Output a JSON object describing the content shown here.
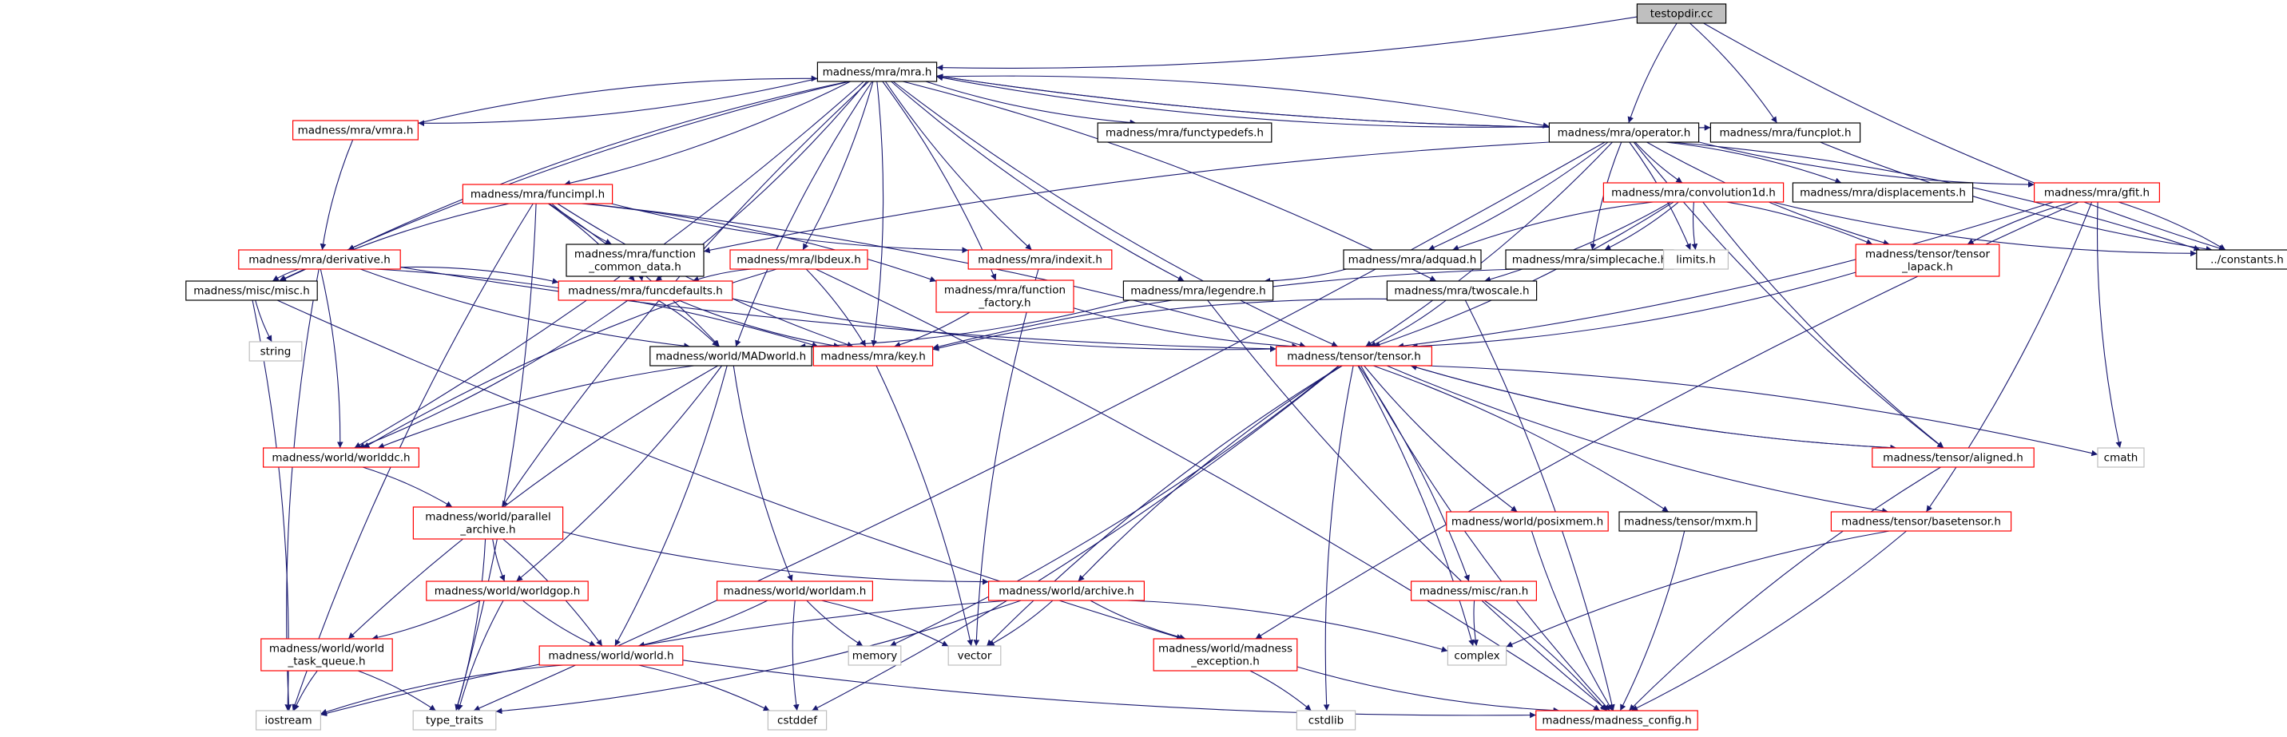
{
  "colors": {
    "edge": "#191970",
    "root_fill": "#bfbfbf",
    "normal_stroke": "#000000",
    "documented_red_stroke": "#ff0000",
    "external_stroke": "#bfbfbf",
    "fill": "#ffffff"
  },
  "nodes": [
    {
      "id": "testopdir",
      "label": [
        "testopdir.cc"
      ],
      "kind": "root"
    },
    {
      "id": "mra",
      "label": [
        "madness/mra/mra.h"
      ],
      "kind": "normal"
    },
    {
      "id": "vmra",
      "label": [
        "madness/mra/vmra.h"
      ],
      "kind": "red"
    },
    {
      "id": "functypedefs",
      "label": [
        "madness/mra/functypedefs.h"
      ],
      "kind": "normal"
    },
    {
      "id": "operator",
      "label": [
        "madness/mra/operator.h"
      ],
      "kind": "normal"
    },
    {
      "id": "funcplot",
      "label": [
        "madness/mra/funcplot.h"
      ],
      "kind": "normal"
    },
    {
      "id": "funcimpl",
      "label": [
        "madness/mra/funcimpl.h"
      ],
      "kind": "red"
    },
    {
      "id": "convolution1d",
      "label": [
        "madness/mra/convolution1d.h"
      ],
      "kind": "red"
    },
    {
      "id": "displacements",
      "label": [
        "madness/mra/displacements.h"
      ],
      "kind": "normal"
    },
    {
      "id": "gfit",
      "label": [
        "madness/mra/gfit.h"
      ],
      "kind": "red"
    },
    {
      "id": "derivative",
      "label": [
        "madness/mra/derivative.h"
      ],
      "kind": "red"
    },
    {
      "id": "function_common_data",
      "label": [
        "madness/mra/function",
        "_common_data.h"
      ],
      "kind": "normal"
    },
    {
      "id": "lbdeux",
      "label": [
        "madness/mra/lbdeux.h"
      ],
      "kind": "red"
    },
    {
      "id": "indexit",
      "label": [
        "madness/mra/indexit.h"
      ],
      "kind": "red"
    },
    {
      "id": "adquad",
      "label": [
        "madness/mra/adquad.h"
      ],
      "kind": "normal"
    },
    {
      "id": "simplecache",
      "label": [
        "madness/mra/simplecache.h"
      ],
      "kind": "normal"
    },
    {
      "id": "limits",
      "label": [
        "limits.h"
      ],
      "kind": "external"
    },
    {
      "id": "tensor_lapack",
      "label": [
        "madness/tensor/tensor",
        "_lapack.h"
      ],
      "kind": "red"
    },
    {
      "id": "constants",
      "label": [
        "../constants.h"
      ],
      "kind": "normal"
    },
    {
      "id": "misc",
      "label": [
        "madness/misc/misc.h"
      ],
      "kind": "normal"
    },
    {
      "id": "funcdefaults",
      "label": [
        "madness/mra/funcdefaults.h"
      ],
      "kind": "red"
    },
    {
      "id": "function_factory",
      "label": [
        "madness/mra/function",
        "_factory.h"
      ],
      "kind": "red"
    },
    {
      "id": "legendre",
      "label": [
        "madness/mra/legendre.h"
      ],
      "kind": "normal"
    },
    {
      "id": "twoscale",
      "label": [
        "madness/mra/twoscale.h"
      ],
      "kind": "normal"
    },
    {
      "id": "string",
      "label": [
        "string"
      ],
      "kind": "external"
    },
    {
      "id": "madworld",
      "label": [
        "madness/world/MADworld.h"
      ],
      "kind": "normal"
    },
    {
      "id": "key",
      "label": [
        "madness/mra/key.h"
      ],
      "kind": "red"
    },
    {
      "id": "tensor",
      "label": [
        "madness/tensor/tensor.h"
      ],
      "kind": "red"
    },
    {
      "id": "worlddc",
      "label": [
        "madness/world/worlddc.h"
      ],
      "kind": "red"
    },
    {
      "id": "aligned",
      "label": [
        "madness/tensor/aligned.h"
      ],
      "kind": "red"
    },
    {
      "id": "cmath",
      "label": [
        "cmath"
      ],
      "kind": "external"
    },
    {
      "id": "parallel_archive",
      "label": [
        "madness/world/parallel",
        "_archive.h"
      ],
      "kind": "red"
    },
    {
      "id": "posixmem",
      "label": [
        "madness/world/posixmem.h"
      ],
      "kind": "red"
    },
    {
      "id": "mxm",
      "label": [
        "madness/tensor/mxm.h"
      ],
      "kind": "normal"
    },
    {
      "id": "basetensor",
      "label": [
        "madness/tensor/basetensor.h"
      ],
      "kind": "red"
    },
    {
      "id": "worldgop",
      "label": [
        "madness/world/worldgop.h"
      ],
      "kind": "red"
    },
    {
      "id": "worldam",
      "label": [
        "madness/world/worldam.h"
      ],
      "kind": "red"
    },
    {
      "id": "archive",
      "label": [
        "madness/world/archive.h"
      ],
      "kind": "red"
    },
    {
      "id": "ran",
      "label": [
        "madness/misc/ran.h"
      ],
      "kind": "red"
    },
    {
      "id": "world_task_queue",
      "label": [
        "madness/world/world",
        "_task_queue.h"
      ],
      "kind": "red"
    },
    {
      "id": "world",
      "label": [
        "madness/world/world.h"
      ],
      "kind": "red"
    },
    {
      "id": "memory",
      "label": [
        "memory"
      ],
      "kind": "external"
    },
    {
      "id": "vector",
      "label": [
        "vector"
      ],
      "kind": "external"
    },
    {
      "id": "madness_exception",
      "label": [
        "madness/world/madness",
        "_exception.h"
      ],
      "kind": "red"
    },
    {
      "id": "complex",
      "label": [
        "complex"
      ],
      "kind": "external"
    },
    {
      "id": "iostream",
      "label": [
        "iostream"
      ],
      "kind": "external"
    },
    {
      "id": "type_traits",
      "label": [
        "type_traits"
      ],
      "kind": "external"
    },
    {
      "id": "cstddef",
      "label": [
        "cstddef"
      ],
      "kind": "external"
    },
    {
      "id": "cstdlib",
      "label": [
        "cstdlib"
      ],
      "kind": "external"
    },
    {
      "id": "madness_config",
      "label": [
        "madness/madness_config.h"
      ],
      "kind": "red"
    }
  ],
  "edges": [
    [
      "testopdir",
      "mra"
    ],
    [
      "testopdir",
      "operator"
    ],
    [
      "testopdir",
      "funcplot"
    ],
    [
      "testopdir",
      "constants"
    ],
    [
      "mra",
      "vmra"
    ],
    [
      "mra",
      "functypedefs"
    ],
    [
      "mra",
      "operator"
    ],
    [
      "mra",
      "funcplot"
    ],
    [
      "mra",
      "funcimpl"
    ],
    [
      "mra",
      "derivative"
    ],
    [
      "mra",
      "lbdeux"
    ],
    [
      "mra",
      "indexit"
    ],
    [
      "mra",
      "function_factory"
    ],
    [
      "mra",
      "legendre"
    ],
    [
      "mra",
      "twoscale"
    ],
    [
      "mra",
      "misc"
    ],
    [
      "mra",
      "funcdefaults"
    ],
    [
      "mra",
      "madworld"
    ],
    [
      "mra",
      "key"
    ],
    [
      "mra",
      "tensor"
    ],
    [
      "mra",
      "worlddc"
    ],
    [
      "mra",
      "parallel_archive"
    ],
    [
      "vmra",
      "mra"
    ],
    [
      "vmra",
      "derivative"
    ],
    [
      "funcplot",
      "mra"
    ],
    [
      "funcplot",
      "constants"
    ],
    [
      "operator",
      "mra"
    ],
    [
      "operator",
      "convolution1d"
    ],
    [
      "operator",
      "displacements"
    ],
    [
      "operator",
      "gfit"
    ],
    [
      "operator",
      "adquad"
    ],
    [
      "operator",
      "simplecache"
    ],
    [
      "operator",
      "limits"
    ],
    [
      "operator",
      "tensor_lapack"
    ],
    [
      "operator",
      "constants"
    ],
    [
      "operator",
      "function_common_data"
    ],
    [
      "operator",
      "tensor"
    ],
    [
      "operator",
      "aligned"
    ],
    [
      "operator",
      "type_traits"
    ],
    [
      "convolution1d",
      "adquad"
    ],
    [
      "convolution1d",
      "simplecache"
    ],
    [
      "convolution1d",
      "limits"
    ],
    [
      "convolution1d",
      "tensor_lapack"
    ],
    [
      "convolution1d",
      "constants"
    ],
    [
      "convolution1d",
      "tensor"
    ],
    [
      "convolution1d",
      "aligned"
    ],
    [
      "convolution1d",
      "twoscale"
    ],
    [
      "gfit",
      "tensor_lapack"
    ],
    [
      "gfit",
      "constants"
    ],
    [
      "gfit",
      "cmath"
    ],
    [
      "gfit",
      "tensor"
    ],
    [
      "gfit",
      "madness_exception"
    ],
    [
      "gfit",
      "basetensor"
    ],
    [
      "funcimpl",
      "function_common_data"
    ],
    [
      "funcimpl",
      "funcdefaults"
    ],
    [
      "funcimpl",
      "indexit"
    ],
    [
      "funcimpl",
      "function_factory"
    ],
    [
      "funcimpl",
      "misc"
    ],
    [
      "funcimpl",
      "madworld"
    ],
    [
      "funcimpl",
      "key"
    ],
    [
      "funcimpl",
      "tensor"
    ],
    [
      "funcimpl",
      "iostream"
    ],
    [
      "funcimpl",
      "type_traits"
    ],
    [
      "derivative",
      "misc"
    ],
    [
      "derivative",
      "funcdefaults"
    ],
    [
      "derivative",
      "madworld"
    ],
    [
      "derivative",
      "key"
    ],
    [
      "derivative",
      "tensor"
    ],
    [
      "derivative",
      "worlddc"
    ],
    [
      "derivative",
      "iostream"
    ],
    [
      "function_common_data",
      "funcdefaults"
    ],
    [
      "lbdeux",
      "funcdefaults"
    ],
    [
      "lbdeux",
      "key"
    ],
    [
      "lbdeux",
      "worlddc"
    ],
    [
      "lbdeux",
      "madness_config"
    ],
    [
      "indexit",
      "vector"
    ],
    [
      "adquad",
      "legendre"
    ],
    [
      "simplecache",
      "key"
    ],
    [
      "tensor_lapack",
      "tensor"
    ],
    [
      "misc",
      "string"
    ],
    [
      "misc",
      "iostream"
    ],
    [
      "misc",
      "madness_exception"
    ],
    [
      "funcdefaults",
      "madworld"
    ],
    [
      "funcdefaults",
      "tensor"
    ],
    [
      "funcdefaults",
      "worlddc"
    ],
    [
      "funcdefaults",
      "key"
    ],
    [
      "function_factory",
      "key"
    ],
    [
      "function_factory",
      "tensor"
    ],
    [
      "legendre",
      "madworld"
    ],
    [
      "legendre",
      "madness_config"
    ],
    [
      "twoscale",
      "tensor"
    ],
    [
      "twoscale",
      "key"
    ],
    [
      "twoscale",
      "madness_config"
    ],
    [
      "madworld",
      "worlddc"
    ],
    [
      "madworld",
      "worldgop"
    ],
    [
      "madworld",
      "worldam"
    ],
    [
      "madworld",
      "world"
    ],
    [
      "madworld",
      "world_task_queue"
    ],
    [
      "key",
      "vector"
    ],
    [
      "tensor",
      "aligned"
    ],
    [
      "tensor",
      "cmath"
    ],
    [
      "tensor",
      "posixmem"
    ],
    [
      "tensor",
      "mxm"
    ],
    [
      "tensor",
      "basetensor"
    ],
    [
      "tensor",
      "ran"
    ],
    [
      "tensor",
      "archive"
    ],
    [
      "tensor",
      "memory"
    ],
    [
      "tensor",
      "vector"
    ],
    [
      "tensor",
      "complex"
    ],
    [
      "tensor",
      "cstdlib"
    ],
    [
      "tensor",
      "cstddef"
    ],
    [
      "tensor",
      "madness_config"
    ],
    [
      "aligned",
      "tensor"
    ],
    [
      "aligned",
      "madness_config"
    ],
    [
      "worlddc",
      "parallel_archive"
    ],
    [
      "parallel_archive",
      "worldgop"
    ],
    [
      "parallel_archive",
      "world"
    ],
    [
      "parallel_archive",
      "archive"
    ],
    [
      "parallel_archive",
      "type_traits"
    ],
    [
      "posixmem",
      "madness_config"
    ],
    [
      "mxm",
      "madness_config"
    ],
    [
      "basetensor",
      "complex"
    ],
    [
      "basetensor",
      "madness_config"
    ],
    [
      "worldgop",
      "world"
    ],
    [
      "worldgop",
      "world_task_queue"
    ],
    [
      "worldgop",
      "type_traits"
    ],
    [
      "worldam",
      "world"
    ],
    [
      "worldam",
      "memory"
    ],
    [
      "worldam",
      "vector"
    ],
    [
      "worldam",
      "cstddef"
    ],
    [
      "archive",
      "vector"
    ],
    [
      "archive",
      "madness_exception"
    ],
    [
      "archive",
      "complex"
    ],
    [
      "archive",
      "iostream"
    ],
    [
      "archive",
      "type_traits"
    ],
    [
      "ran",
      "complex"
    ],
    [
      "ran",
      "madness_config"
    ],
    [
      "world_task_queue",
      "iostream"
    ],
    [
      "world_task_queue",
      "type_traits"
    ],
    [
      "world",
      "iostream"
    ],
    [
      "world",
      "cstddef"
    ],
    [
      "world",
      "madness_config"
    ],
    [
      "madness_exception",
      "cstdlib"
    ],
    [
      "madness_exception",
      "madness_config"
    ]
  ]
}
